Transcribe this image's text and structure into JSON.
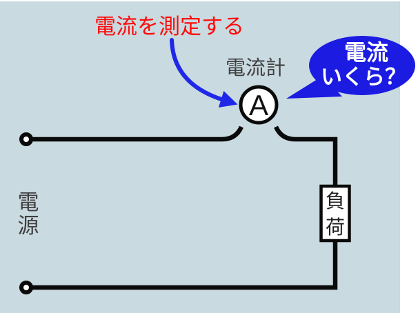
{
  "colors": {
    "panel_bg": "#c9dae0",
    "wire": "#0a0a0a",
    "annotation_red": "#fe0a0a",
    "label_gray": "#3f3f3f",
    "arrow_blue": "#2028e8",
    "bubble_blue": "#1b1be2"
  },
  "annotation": {
    "text": "電流を測定する"
  },
  "ammeter": {
    "label": "電流計",
    "symbol": "A"
  },
  "bubble": {
    "line1": "電流",
    "line2": "いくら？"
  },
  "source_label": {
    "line1": "電",
    "line2": "源"
  },
  "load_label": {
    "line1": "負",
    "line2": "荷"
  }
}
